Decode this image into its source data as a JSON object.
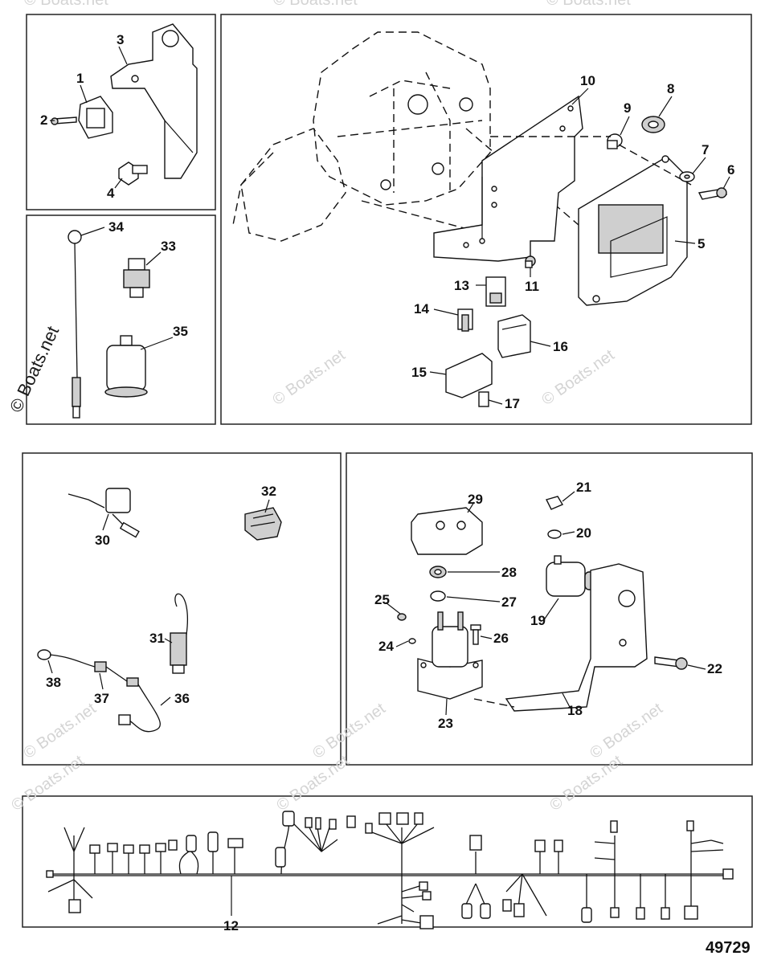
{
  "figure_number": "49729",
  "watermark": "© Boats.net",
  "callouts": {
    "c1": "1",
    "c2": "2",
    "c3": "3",
    "c4": "4",
    "c5": "5",
    "c6": "6",
    "c7": "7",
    "c8": "8",
    "c9": "9",
    "c10": "10",
    "c11": "11",
    "c12": "12",
    "c13": "13",
    "c14": "14",
    "c15": "15",
    "c16": "16",
    "c17": "17",
    "c18": "18",
    "c19": "19",
    "c20": "20",
    "c21": "21",
    "c22": "22",
    "c23": "23",
    "c24": "24",
    "c25": "25",
    "c26": "26",
    "c27": "27",
    "c28": "28",
    "c29": "29",
    "c30": "30",
    "c31": "31",
    "c32": "32",
    "c33": "33",
    "c34": "34",
    "c35": "35",
    "c36": "36",
    "c37": "37",
    "c38": "38"
  }
}
